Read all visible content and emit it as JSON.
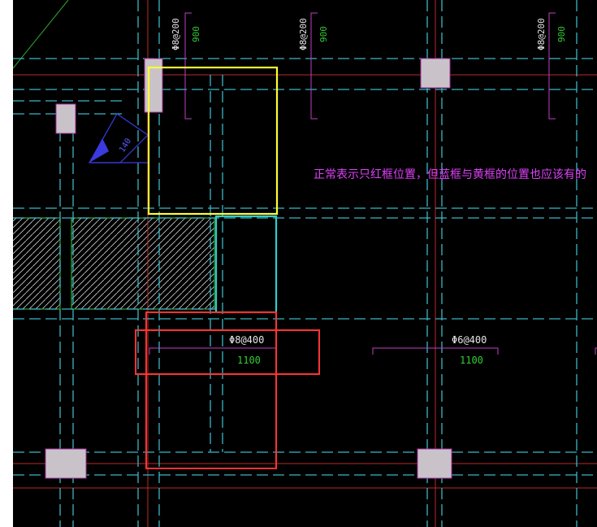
{
  "drawing": {
    "background": "#000000",
    "rebar_labels": {
      "top_left": "Φ8@200",
      "top_mid": "Φ8@200",
      "top_right": "Φ8@200",
      "bottom_left": "Φ8@400",
      "bottom_right": "Φ6@400"
    },
    "dim_labels": {
      "top_left": "900",
      "top_mid": "900",
      "top_right": "900",
      "bottom_left": "1100",
      "bottom_right": "1100"
    },
    "slab_tag": "140",
    "annotation": "正常表示只红框位置，但蓝框与黄框的位置也应该有的",
    "highlight_boxes": [
      {
        "name": "yellow",
        "color": "#ffff33"
      },
      {
        "name": "cyan",
        "color": "#33cccc"
      },
      {
        "name": "red",
        "color": "#ff3333"
      }
    ]
  }
}
